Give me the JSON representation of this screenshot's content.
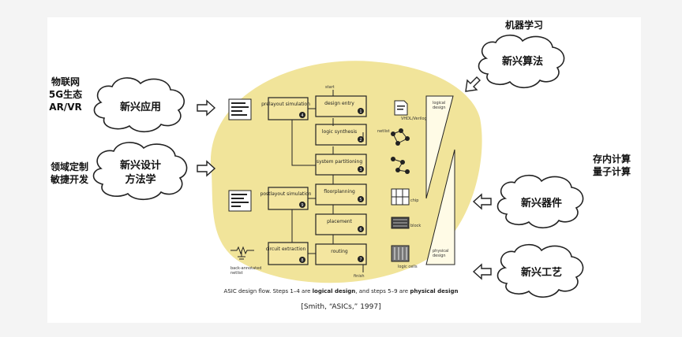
{
  "left": {
    "group1": {
      "labels": [
        "物联网",
        "5G生态",
        "AR/VR"
      ],
      "cloud": "新兴应用"
    },
    "group2": {
      "labels": [
        "领域定制",
        "敏捷开发"
      ],
      "cloud": [
        "新兴设计",
        "方法学"
      ]
    }
  },
  "right": {
    "group1": {
      "label": "机器学习",
      "cloud": "新兴算法"
    },
    "group2": {
      "labels": [
        "存内计算",
        "量子计算"
      ],
      "cloud": "新兴器件"
    },
    "group3": {
      "cloud": "新兴工艺"
    }
  },
  "flow": {
    "start": "start",
    "finish": "finish",
    "steps": [
      "design entry",
      "logic synthesis",
      "system partitioning",
      "floorplanning",
      "placement",
      "routing"
    ],
    "left_steps": [
      "prelayout simulation",
      "postlayout simulation",
      "circuit extraction"
    ],
    "step_numbers": [
      "1",
      "2",
      "3",
      "4",
      "5",
      "6",
      "7",
      "8",
      "9"
    ],
    "side_labels": [
      "VHDL/Verilog",
      "netlist",
      "chip",
      "block",
      "logic cells"
    ],
    "back_annotated": [
      "back-annotated",
      "netlist"
    ],
    "logical": [
      "logical",
      "design"
    ],
    "physical": [
      "physical",
      "design"
    ]
  },
  "caption": {
    "prefix": "ASIC design flow. Steps 1–4 are ",
    "logical": "logical design",
    "mid": ", and steps 5–9 are ",
    "physical": "physical design"
  },
  "citation": "[Smith, “ASICs,” 1997]",
  "colors": {
    "highlight": "#f1e49a",
    "box": "#f4e6a0"
  }
}
